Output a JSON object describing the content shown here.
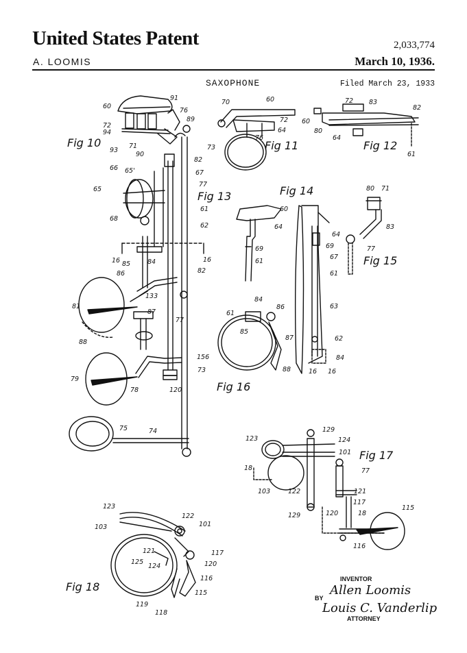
{
  "header": {
    "title": "United States Patent",
    "patent_number": "2,033,774",
    "inventor_name": "A. LOOMIS",
    "date": "March 10, 1936."
  },
  "subject": "SAXOPHONE",
  "filed": "Filed March 23, 1933",
  "figures": {
    "fig10": "Fig 10",
    "fig11": "Fig 11",
    "fig12": "Fig 12",
    "fig13": "Fig 13",
    "fig14": "Fig 14",
    "fig15": "Fig 15",
    "fig16": "Fig 16",
    "fig17": "Fig 17",
    "fig18": "Fig 18"
  },
  "refs": {
    "r60a": "60",
    "r91": "91",
    "r76a": "76",
    "r89": "89",
    "r72a": "72",
    "r94": "94",
    "r93": "93",
    "r71a": "71",
    "r90": "90",
    "r73a": "73",
    "r82a": "82",
    "r66": "66",
    "r65p": "65'",
    "r67": "67",
    "r65": "65",
    "r77a": "77",
    "r61a": "61",
    "r68": "68",
    "r62a": "62",
    "r16a": "16",
    "r85a": "85",
    "r84a": "84",
    "r16b": "16",
    "r86a": "86",
    "r82b": "82",
    "r81": "81",
    "r133": "133",
    "r87a": "87",
    "r88a": "88",
    "r77b": "77",
    "r156": "156",
    "r79": "79",
    "r78": "78",
    "r120a": "120",
    "r73b": "73",
    "r75": "75",
    "r74": "74",
    "r70": "70",
    "r60b": "60",
    "r72b": "72",
    "r64a": "64",
    "r76b": "76",
    "r72c": "72",
    "r83a": "83",
    "r82c": "82",
    "r60c": "60",
    "r80a": "80",
    "r64b": "64",
    "r61b": "61",
    "r80b": "80",
    "r71b": "71",
    "r83b": "83",
    "r77c": "77",
    "r60d": "60",
    "r64c": "64",
    "r69a": "69",
    "r61c": "61",
    "r64d": "64",
    "r69b": "69",
    "r67b": "67",
    "r61d": "61",
    "r63": "63",
    "r62b": "62",
    "r84b": "84",
    "r16c": "16",
    "r16d": "16",
    "r84c": "84",
    "r61e": "61",
    "r86b": "86",
    "r85b": "85",
    "r87b": "87",
    "r88b": "88",
    "r123a": "123",
    "r129a": "129",
    "r124a": "124",
    "r101a": "101",
    "r77d": "77",
    "r18a": "18",
    "r103a": "103",
    "r122a": "122",
    "r121a": "121",
    "r117a": "117",
    "r129b": "129",
    "r120b": "120",
    "r18b": "18",
    "r115a": "115",
    "r116a": "116",
    "r123b": "123",
    "r103b": "103",
    "r122b": "122",
    "r101b": "101",
    "r121b": "121",
    "r125": "125",
    "r124b": "124",
    "r117b": "117",
    "r120c": "120",
    "r116b": "116",
    "r115b": "115",
    "r119": "119",
    "r118": "118"
  },
  "signature": {
    "inventor_label": "INVENTOR",
    "inventor_sig": "Allen Loomis",
    "by_label": "BY",
    "attorney_sig": "Louis C. Vanderlip",
    "attorney_label": "ATTORNEY"
  }
}
